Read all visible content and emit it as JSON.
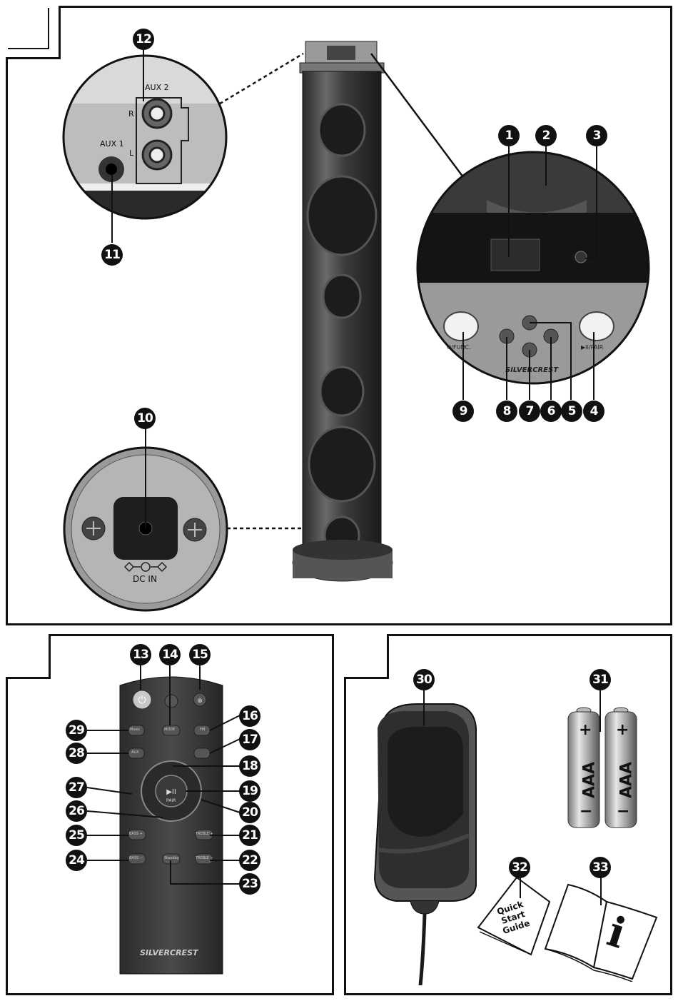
{
  "figure1": {
    "aux2_label": "AUX 2",
    "aux1_label": "AUX 1",
    "r_label": "R",
    "l_label": "L",
    "dcin_label": "DC IN",
    "func_label": "⏻/FUNC.",
    "pair_label": "▶II/PAIR",
    "brand": "SILVERCREST",
    "callouts": [
      "1",
      "2",
      "3",
      "4",
      "5",
      "6",
      "7",
      "8",
      "9",
      "10",
      "11",
      "12"
    ]
  },
  "figure2": {
    "brand": "SILVERCREST",
    "pair_label": "PAIR",
    "button_labels": {
      "music": "Music",
      "mode": "MODE",
      "fm": "FM",
      "aux": "AUX",
      "bass_up": "BASS +",
      "bass_down": "BASS −",
      "treble_up": "TREBLE +",
      "treble_down": "TREBLE −",
      "standby": "Standby"
    },
    "callouts": [
      "13",
      "14",
      "15",
      "16",
      "17",
      "18",
      "19",
      "20",
      "21",
      "22",
      "23",
      "24",
      "25",
      "26",
      "27",
      "28",
      "29"
    ]
  },
  "figure3": {
    "battery_label": "AAA",
    "plus": "+",
    "minus": "−",
    "guide_lines": [
      "Quick",
      "Start",
      "Guide"
    ],
    "info_glyph": "i",
    "callouts": [
      "30",
      "31",
      "32",
      "33"
    ]
  }
}
